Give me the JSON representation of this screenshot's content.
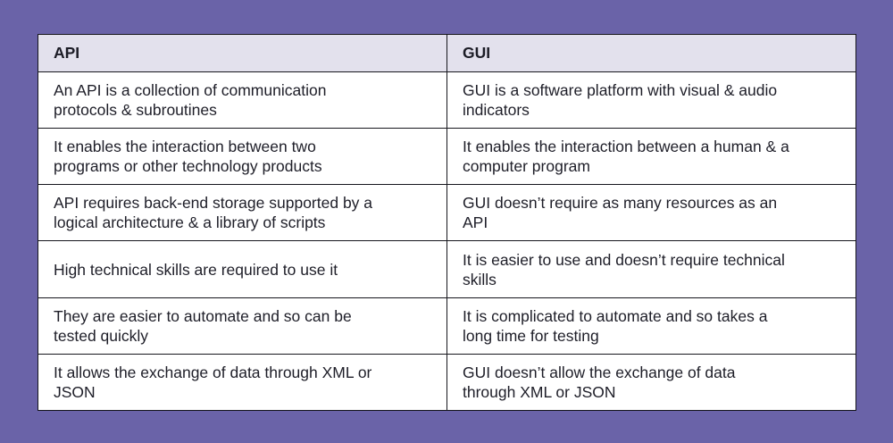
{
  "colors": {
    "page_background": "#6A63A8",
    "header_background": "#E3E1ED",
    "cell_background": "#FFFFFF",
    "border": "#16161D",
    "text": "#1E1E28"
  },
  "table": {
    "headers": [
      "API",
      "GUI"
    ],
    "rows": [
      {
        "api": "An API is a collection of communication\nprotocols & subroutines",
        "gui": "GUI is a software platform with visual & audio\nindicators"
      },
      {
        "api": "It enables the interaction between two\nprograms or other technology products",
        "gui": "It enables the interaction between a human & a\ncomputer program"
      },
      {
        "api": "API requires back-end storage supported by a\nlogical architecture & a library of scripts",
        "gui": "GUI doesn’t require as many resources as an\nAPI"
      },
      {
        "api": "High technical skills are required to use it",
        "gui": "It is easier to use and doesn’t require technical\nskills"
      },
      {
        "api": "They are easier to automate and so can be\ntested quickly",
        "gui": "It is complicated to automate and so takes a\nlong time for testing"
      },
      {
        "api": "It allows the exchange of data through XML or\nJSON",
        "gui": "GUI doesn’t allow the exchange of data\nthrough XML or JSON"
      }
    ]
  }
}
